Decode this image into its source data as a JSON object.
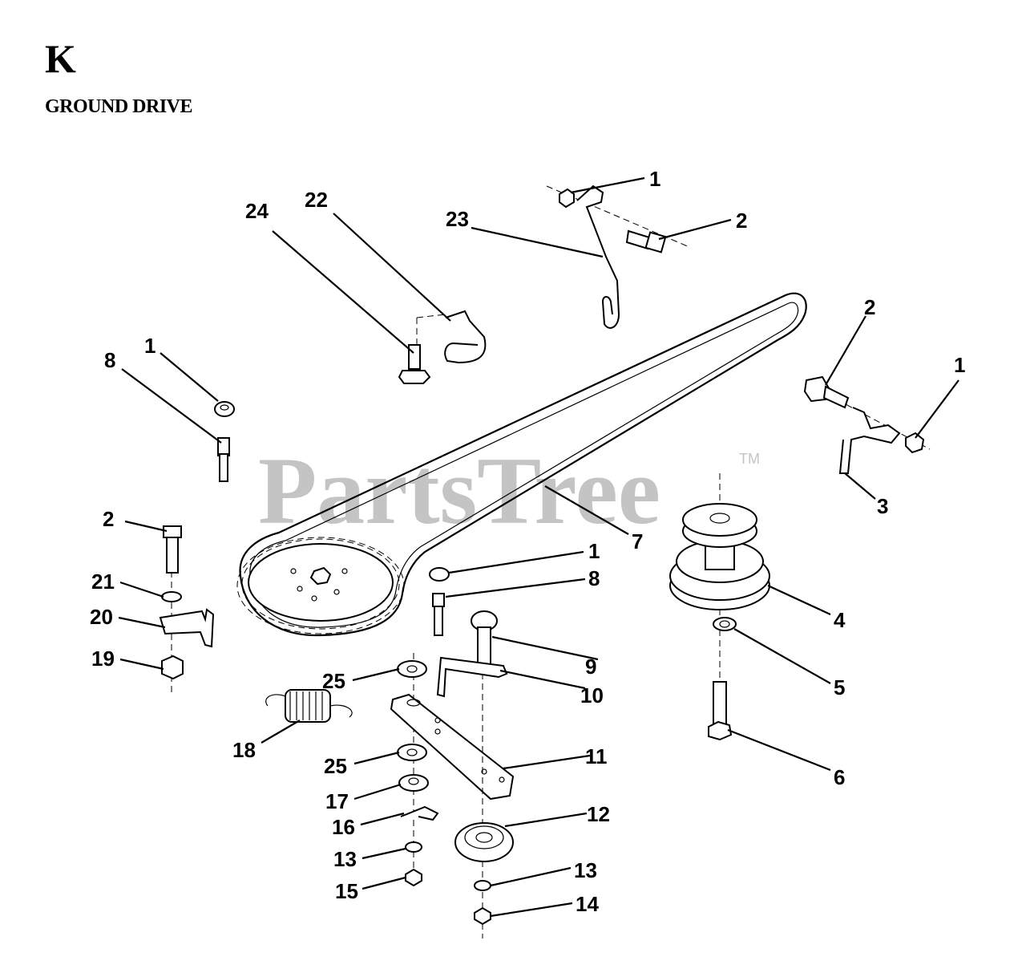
{
  "section": {
    "letter": "K",
    "title": "GROUND DRIVE"
  },
  "watermark": {
    "text": "PartsTree",
    "trademark": "TM"
  },
  "callouts": [
    "1",
    "2",
    "23",
    "24",
    "22",
    "2",
    "1",
    "8",
    "1",
    "3",
    "7",
    "2",
    "1",
    "8",
    "21",
    "4",
    "20",
    "9",
    "19",
    "5",
    "25",
    "10",
    "18",
    "11",
    "6",
    "25",
    "17",
    "16",
    "12",
    "13",
    "13",
    "15",
    "14"
  ],
  "parts": [
    "nut",
    "bolt",
    "idler-bracket",
    "bolt",
    "bracket",
    "bolt",
    "nut",
    "stud-bolt",
    "nut",
    "belt-guide-rod",
    "drive-belt",
    "bolt",
    "washer",
    "stud-bolt",
    "washer",
    "pulley-assembly",
    "clip-bracket",
    "carriage-bolt",
    "locknut",
    "lock-washer",
    "bushing",
    "bracket",
    "spring",
    "idler-arm",
    "bolt",
    "bushing",
    "washer",
    "spring-clip",
    "idler-pulley",
    "washer",
    "washer",
    "nut",
    "nut"
  ]
}
